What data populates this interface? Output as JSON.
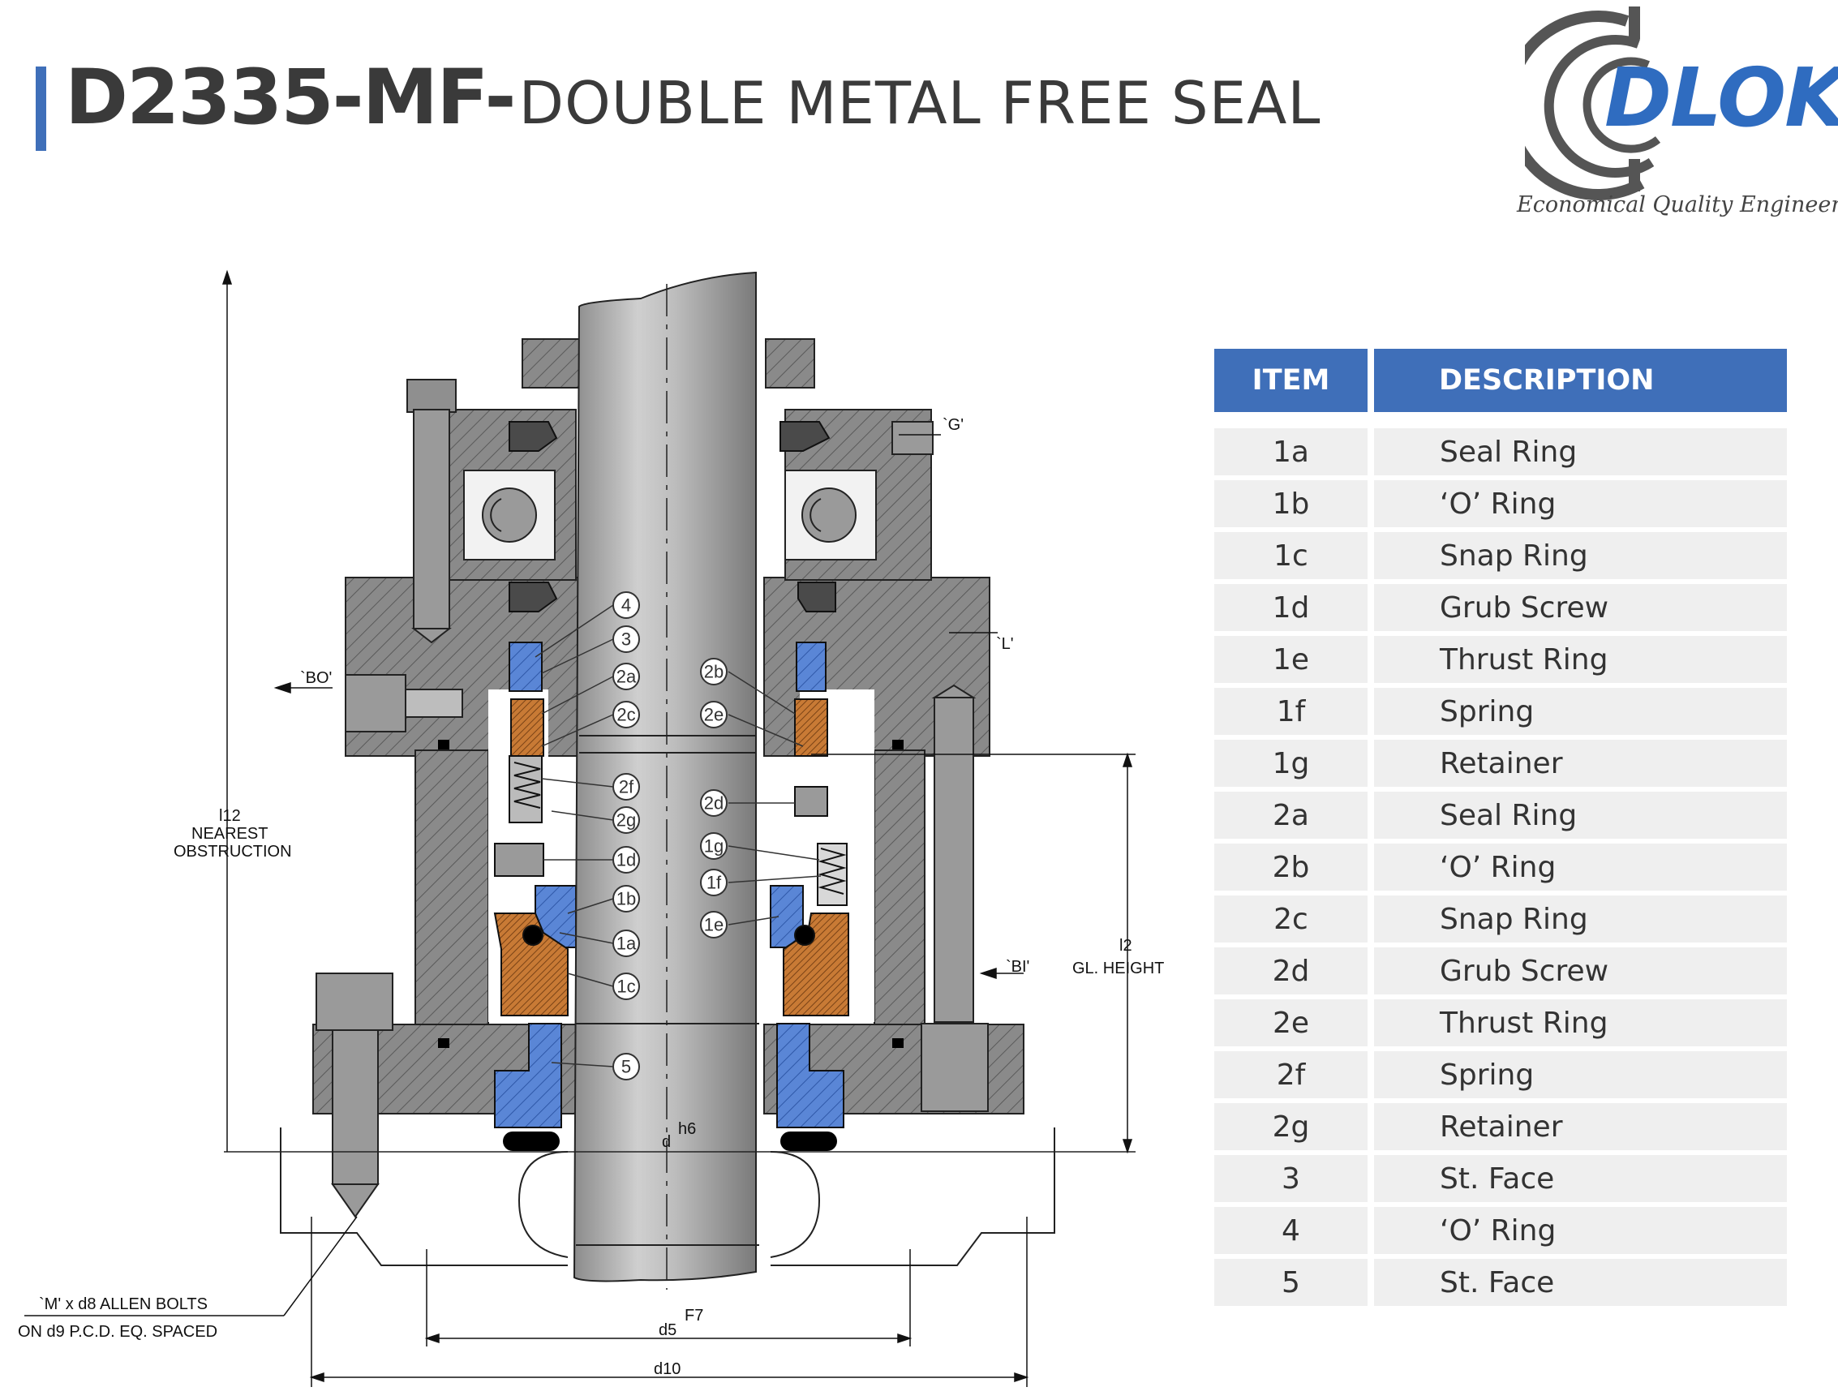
{
  "header": {
    "model_code": "D2335-MF-",
    "model_name": "DOUBLE METAL FREE SEAL"
  },
  "brand": {
    "logo_text": "DLOK",
    "tagline": "Economical Quality Engineering",
    "accent_color": "#3f6fb9"
  },
  "drawing": {
    "callouts": [
      "4",
      "3",
      "2a",
      "2c",
      "2f",
      "2g",
      "1d",
      "1b",
      "1a",
      "1c",
      "5",
      "2b",
      "2e",
      "2d",
      "1g",
      "1f",
      "1e"
    ],
    "port_labels": {
      "g": "`G'",
      "l": "`L'",
      "bo": "`BO'",
      "bi": "`BI'"
    },
    "dimensions": {
      "l12": "l12",
      "nearest": "NEAREST",
      "obstruction": "OBSTRUCTION",
      "l2": "l2",
      "gl_height": "GL. HEIGHT",
      "d": "d",
      "h6": "h6",
      "d5": "d5",
      "f7": "F7",
      "d10": "d10",
      "bolts_line1": "`M' x d8 ALLEN BOLTS",
      "bolts_line2": "ON d9 P.C.D. EQ. SPACED"
    }
  },
  "table": {
    "headers": {
      "item": "ITEM",
      "description": "DESCRIPTION"
    },
    "rows": [
      {
        "item": "1a",
        "description": "Seal Ring"
      },
      {
        "item": "1b",
        "description": "‘O’ Ring"
      },
      {
        "item": "1c",
        "description": "Snap Ring"
      },
      {
        "item": "1d",
        "description": "Grub Screw"
      },
      {
        "item": "1e",
        "description": "Thrust Ring"
      },
      {
        "item": "1f",
        "description": "Spring"
      },
      {
        "item": "1g",
        "description": "Retainer"
      },
      {
        "item": "2a",
        "description": "Seal Ring"
      },
      {
        "item": "2b",
        "description": "‘O’ Ring"
      },
      {
        "item": "2c",
        "description": "Snap Ring"
      },
      {
        "item": "2d",
        "description": "Grub Screw"
      },
      {
        "item": "2e",
        "description": "Thrust Ring"
      },
      {
        "item": "2f",
        "description": "Spring"
      },
      {
        "item": "2g",
        "description": "Retainer"
      },
      {
        "item": "3",
        "description": "St. Face"
      },
      {
        "item": "4",
        "description": "‘O’ Ring"
      },
      {
        "item": "5",
        "description": "St. Face"
      }
    ]
  }
}
